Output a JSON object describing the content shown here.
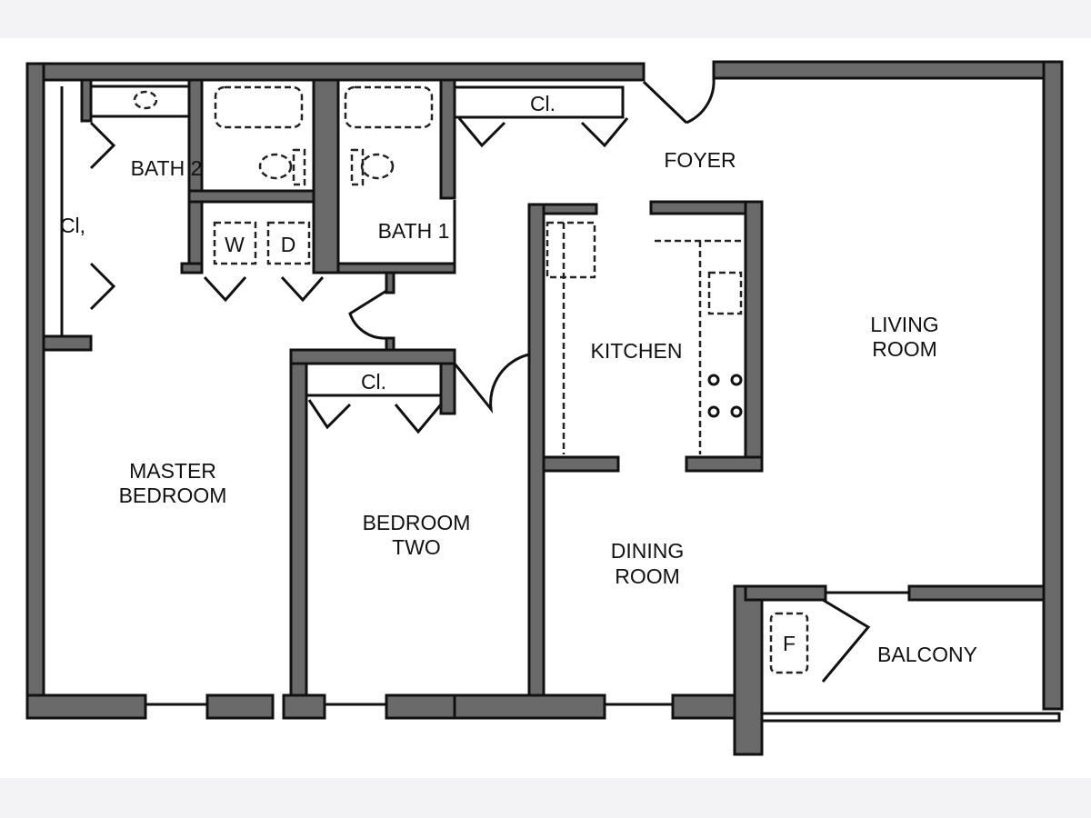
{
  "floor_plan": {
    "rooms": {
      "bath2": "BATH 2",
      "bath1": "BATH 1",
      "closet_top": "Cl.",
      "closet_left": "Cl,",
      "closet_bedroom_two": "Cl.",
      "foyer": "FOYER",
      "kitchen": "KITCHEN",
      "living_line1": "LIVING",
      "living_line2": "ROOM",
      "master_line1": "MASTER",
      "master_line2": "BEDROOM",
      "bedroom_two_line1": "BEDROOM",
      "bedroom_two_line2": "TWO",
      "dining_line1": "DINING",
      "dining_line2": "ROOM",
      "balcony": "BALCONY"
    },
    "appliances": {
      "washer": "W",
      "dryer": "D",
      "fridge": "F"
    }
  }
}
